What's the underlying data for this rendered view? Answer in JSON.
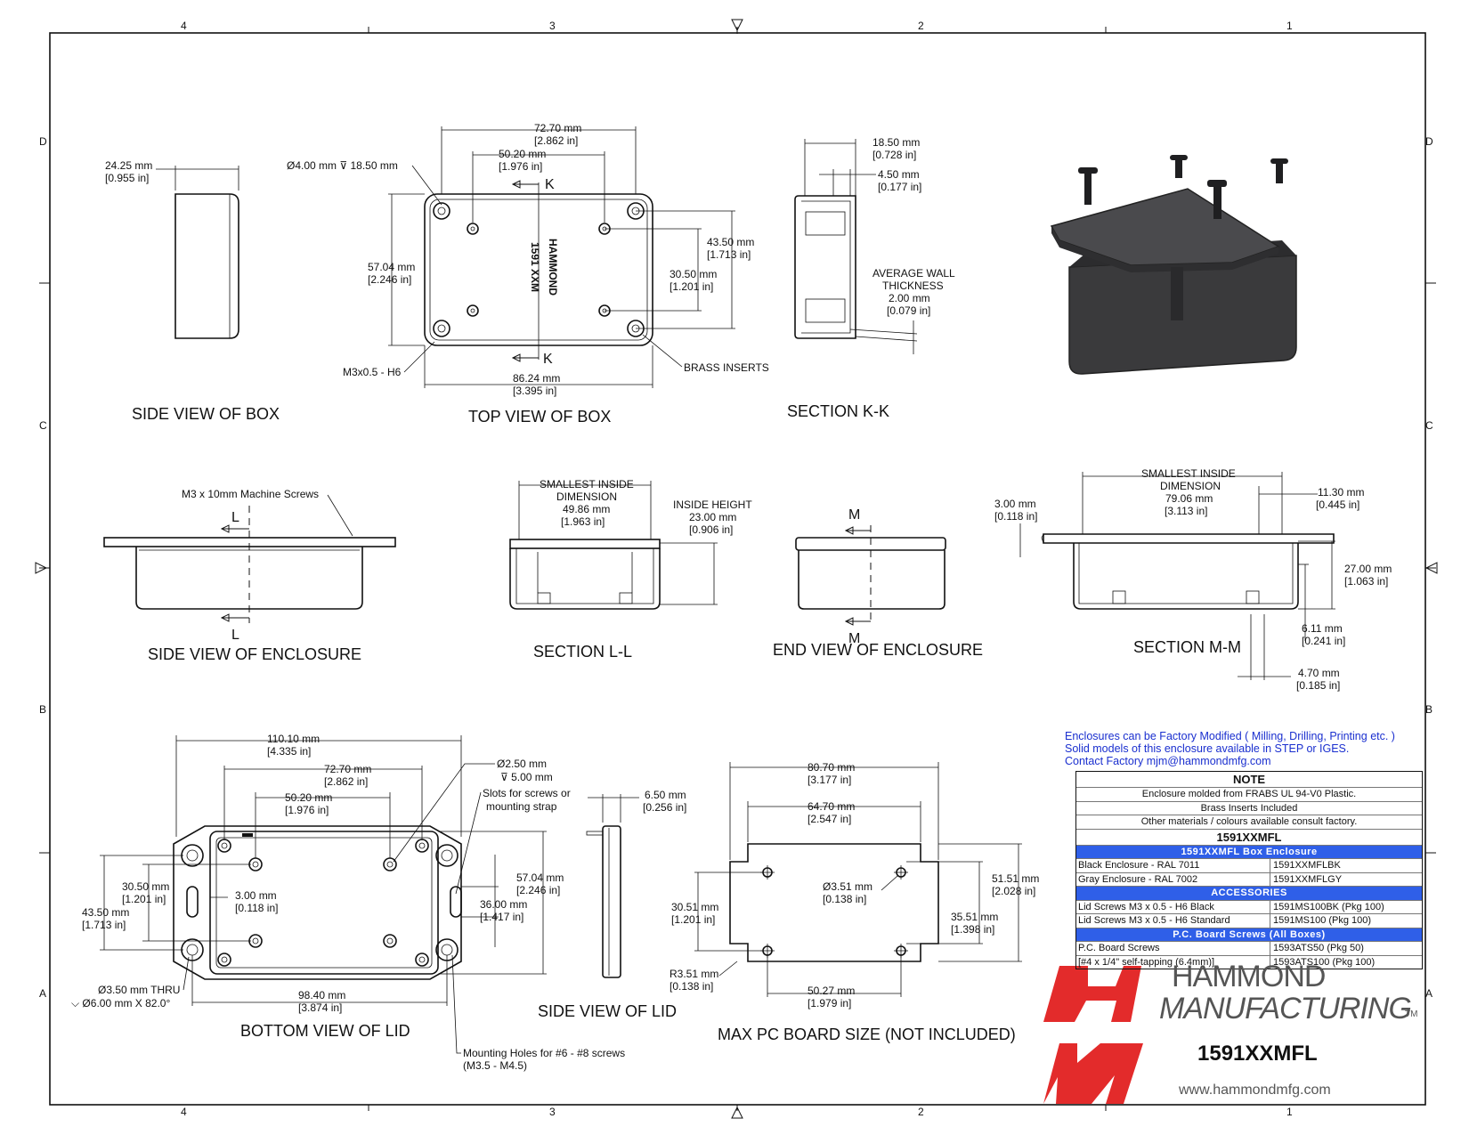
{
  "frame": {
    "top_zones": [
      "4",
      "3",
      "2",
      "1"
    ],
    "side_zones": [
      "D",
      "C",
      "B",
      "A"
    ]
  },
  "views": {
    "side_view_box": {
      "title": "SIDE VIEW OF BOX",
      "dim_width_mm": "24.25 mm",
      "dim_width_in": "[0.955 in]"
    },
    "top_view_box": {
      "title": "TOP VIEW OF BOX",
      "dim_overall_mm": "72.70 mm",
      "dim_overall_in": "[2.862 in]",
      "dim_inner_mm": "50.20 mm",
      "dim_inner_in": "[1.976 in]",
      "hole_callout": "Ø4.00 mm ⊽ 18.50 mm",
      "section_letter": "K",
      "dim_height_mm": "57.04 mm",
      "dim_height_in": "[2.246 in]",
      "dim_hole_v_mm": "43.50 mm",
      "dim_hole_v_in": "[1.713 in]",
      "dim_inner_v_mm": "30.50 mm",
      "dim_inner_v_in": "[1.201 in]",
      "dim_length_mm": "86.24 mm",
      "dim_length_in": "[3.395 in]",
      "thread_label": "M3x0.5 - H6",
      "inserts_label": "BRASS INSERTS",
      "emboss_1": "HAMMOND",
      "emboss_2": "1591 XXM"
    },
    "section_kk": {
      "title": "SECTION  K-K",
      "dim_a_mm": "18.50 mm",
      "dim_a_in": "[0.728 in]",
      "dim_b_mm": "4.50 mm",
      "dim_b_in": "[0.177 in]",
      "wall_1": "AVERAGE WALL",
      "wall_2": "THICKNESS",
      "wall_mm": "2.00 mm",
      "wall_in": "[0.079 in]"
    },
    "side_view_enclosure": {
      "title": "SIDE VIEW OF ENCLOSURE",
      "screws_label": "M3 x 10mm Machine Screws",
      "section_letter": "L"
    },
    "section_ll": {
      "title": "SECTION  L-L",
      "smallest_1": "SMALLEST INSIDE",
      "smallest_2": "DIMENSION",
      "smallest_mm": "49.86 mm",
      "smallest_in": "[1.963 in]",
      "height_label": "INSIDE HEIGHT",
      "height_mm": "23.00 mm",
      "height_in": "[0.906 in]"
    },
    "end_view_enclosure": {
      "title": "END VIEW OF ENCLOSURE",
      "section_letter": "M"
    },
    "section_mm": {
      "title": "SECTION  M-M",
      "smallest_1": "SMALLEST INSIDE",
      "smallest_2": "DIMENSION",
      "smallest_mm": "79.06 mm",
      "smallest_in": "[3.113 in]",
      "dim_a_mm": "3.00 mm",
      "dim_a_in": "[0.118 in]",
      "dim_b_mm": "11.30 mm",
      "dim_b_in": "[0.445 in]",
      "dim_c_mm": "27.00 mm",
      "dim_c_in": "[1.063 in]",
      "dim_d_mm": "6.11 mm",
      "dim_d_in": "[0.241 in]",
      "dim_e_mm": "4.70 mm",
      "dim_e_in": "[0.185 in]"
    },
    "bottom_view_lid": {
      "title": "BOTTOM VIEW OF LID",
      "dim_overall_mm": "110.10 mm",
      "dim_overall_in": "[4.335 in]",
      "dim_a_mm": "72.70 mm",
      "dim_a_in": "[2.862 in]",
      "dim_b_mm": "50.20 mm",
      "dim_b_in": "[1.976 in]",
      "hole_a": "Ø2.50 mm",
      "hole_b": "⊽ 5.00 mm",
      "slots_1": "Slots for screws or",
      "slots_2": "mounting strap",
      "dim_c_mm": "30.50 mm",
      "dim_c_in": "[1.201 in]",
      "dim_d_mm": "43.50 mm",
      "dim_d_in": "[1.713 in]",
      "dim_e_mm": "3.00 mm",
      "dim_e_in": "[0.118 in]",
      "dim_f_mm": "36.00 mm",
      "dim_f_in": "[1.417 in]",
      "dim_g_mm": "57.04 mm",
      "dim_g_in": "[2.246 in]",
      "dim_h_mm": "98.40 mm",
      "dim_h_in": "[3.874 in]",
      "thru_1": "Ø3.50 mm THRU",
      "thru_2": "⌵ Ø6.00 mm X 82.0°",
      "mount_1": "Mounting Holes for #6 - #8 screws",
      "mount_2": "(M3.5 - M4.5)"
    },
    "side_view_lid": {
      "title": "SIDE VIEW OF LID",
      "dim_mm": "6.50 mm",
      "dim_in": "[0.256 in]"
    },
    "pcb": {
      "title": "MAX PC BOARD SIZE (NOT INCLUDED)",
      "dim_a_mm": "80.70 mm",
      "dim_a_in": "[3.177 in]",
      "dim_b_mm": "64.70 mm",
      "dim_b_in": "[2.547 in]",
      "hole_mm": "Ø3.51 mm",
      "hole_in": "[0.138 in]",
      "dim_c_mm": "51.51 mm",
      "dim_c_in": "[2.028 in]",
      "dim_d_mm": "30.51 mm",
      "dim_d_in": "[1.201 in]",
      "dim_e_mm": "35.51 mm",
      "dim_e_in": "[1.398 in]",
      "radius_mm": "R3.51 mm",
      "radius_in": "[0.138 in]",
      "dim_f_mm": "50.27 mm",
      "dim_f_in": "[1.979 in]"
    }
  },
  "notes": {
    "line1": "Enclosures can be Factory Modified ( Milling, Drilling, Printing etc. )",
    "line2": "Solid models of this enclosure available in STEP or IGES.",
    "line3": "Contact Factory       mjm@hammondmfg.com"
  },
  "table": {
    "note_header": "NOTE",
    "note1": "Enclosure molded from FRABS UL 94-V0 Plastic.",
    "note2": "Brass Inserts Included",
    "note3": "Other materials / colours available consult factory.",
    "model": "1591XXMFL",
    "sec_box": "1591XXMFL Box Enclosure",
    "box_rows": [
      {
        "desc": "Black Enclosure - RAL 7011",
        "part": "1591XXMFLBK"
      },
      {
        "desc": "Gray Enclosure - RAL 7002",
        "part": "1591XXMFLGY"
      }
    ],
    "sec_acc": "ACCESSORIES",
    "acc_rows": [
      {
        "desc": "Lid Screws M3 x 0.5 - H6 Black",
        "part": "1591MS100BK (Pkg 100)"
      },
      {
        "desc": "Lid Screws M3 x 0.5 - H6 Standard",
        "part": "1591MS100 (Pkg 100)"
      }
    ],
    "sec_pcb": "P.C. Board Screws (All Boxes)",
    "pcb_rows": [
      {
        "desc": "P.C. Board Screws",
        "part": "1593ATS50 (Pkg 50)"
      },
      {
        "desc": "[#4 x 1/4\" self-tapping (6.4mm)]",
        "part": "1593ATS100 (Pkg 100)"
      }
    ]
  },
  "brand": {
    "name_line1": "HAMMOND",
    "name_line2": "MANUFACTURING",
    "tm": "TM",
    "part_number": "1591XXMFL",
    "website": "www.hammondmfg.com",
    "logo_color": "#e32b2b"
  }
}
